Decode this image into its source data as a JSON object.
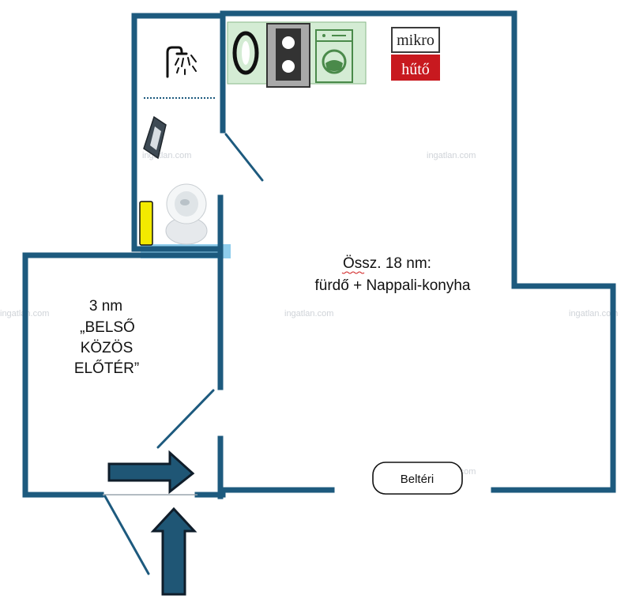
{
  "colors": {
    "wall": "#1d5a7e",
    "door_line": "#1d5a7e",
    "arrow_fill": "#1f5675",
    "arrow_stroke": "#0f1d2a",
    "appliance_bg": "#d4ecd4",
    "bath_threshold": "#8fcdec",
    "microwave": "#3b3b3b",
    "fridge": "#c8191f",
    "yellow_item": "#f3ea00"
  },
  "labels": {
    "main_room_line1": "Össz. 18 nm:",
    "main_room_line2": "fürdő + Nappali-konyha",
    "hall_line1": "3 nm",
    "hall_line2": "„BELSŐ",
    "hall_line3": "KÖZÖS",
    "hall_line4": "ELŐTÉR”",
    "balcony_label": "Beltéri",
    "microwave_label": "mikro",
    "fridge_label": "hűtő"
  },
  "icons": [
    "shower-icon",
    "sink-icon",
    "toilet-icon",
    "stove-icon",
    "washing-machine-icon",
    "oval-sink-icon",
    "arrow-right-icon",
    "arrow-up-icon"
  ],
  "watermark": "ingatlan.com"
}
